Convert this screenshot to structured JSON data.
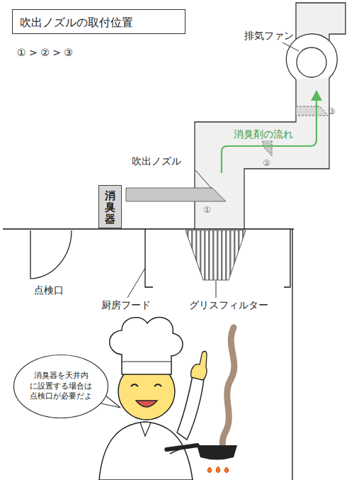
{
  "diagram": {
    "title": "吹出ノズルの取付位置",
    "nodes": [
      {
        "text": [
          "消臭器"
        ]
      },
      {
        "text": [
          "消臭器を天井内 に設置する場合は 点検口が必要だよ"
        ]
      }
    ],
    "labels": [
      "① > ② > ③",
      "排気ファン",
      "消臭剤の流れ",
      "吹出ノズル",
      "③",
      "②",
      "①",
      "点検口",
      "厨房フード",
      "グリスフィルター"
    ]
  }
}
